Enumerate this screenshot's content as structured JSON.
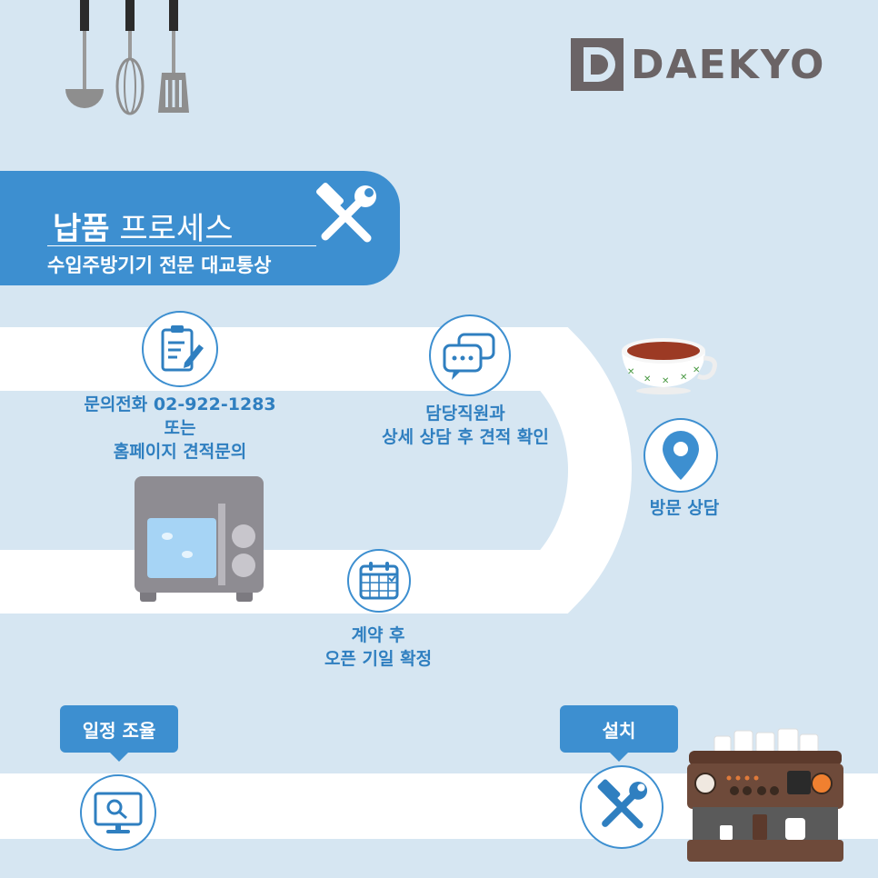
{
  "brand": {
    "name": "DAEKYO"
  },
  "header": {
    "title_bold": "납품",
    "title_rest": "프로세스",
    "subtitle": "수입주방기기 전문 대교통상"
  },
  "steps": [
    {
      "text": "문의전화 02-922-1283\n또는\n홈페이지 견적문의"
    },
    {
      "text": "담당직원과\n상세 상담 후 견적 확인"
    },
    {
      "text": "방문 상담"
    },
    {
      "text": "계약 후\n오픈 기일 확정"
    },
    {
      "text": "일정 조율"
    },
    {
      "text": "설치"
    }
  ],
  "colors": {
    "accent": "#3d8fd0",
    "background": "#d6e6f2",
    "road": "#ffffff",
    "step_text": "#2f7fc0"
  }
}
